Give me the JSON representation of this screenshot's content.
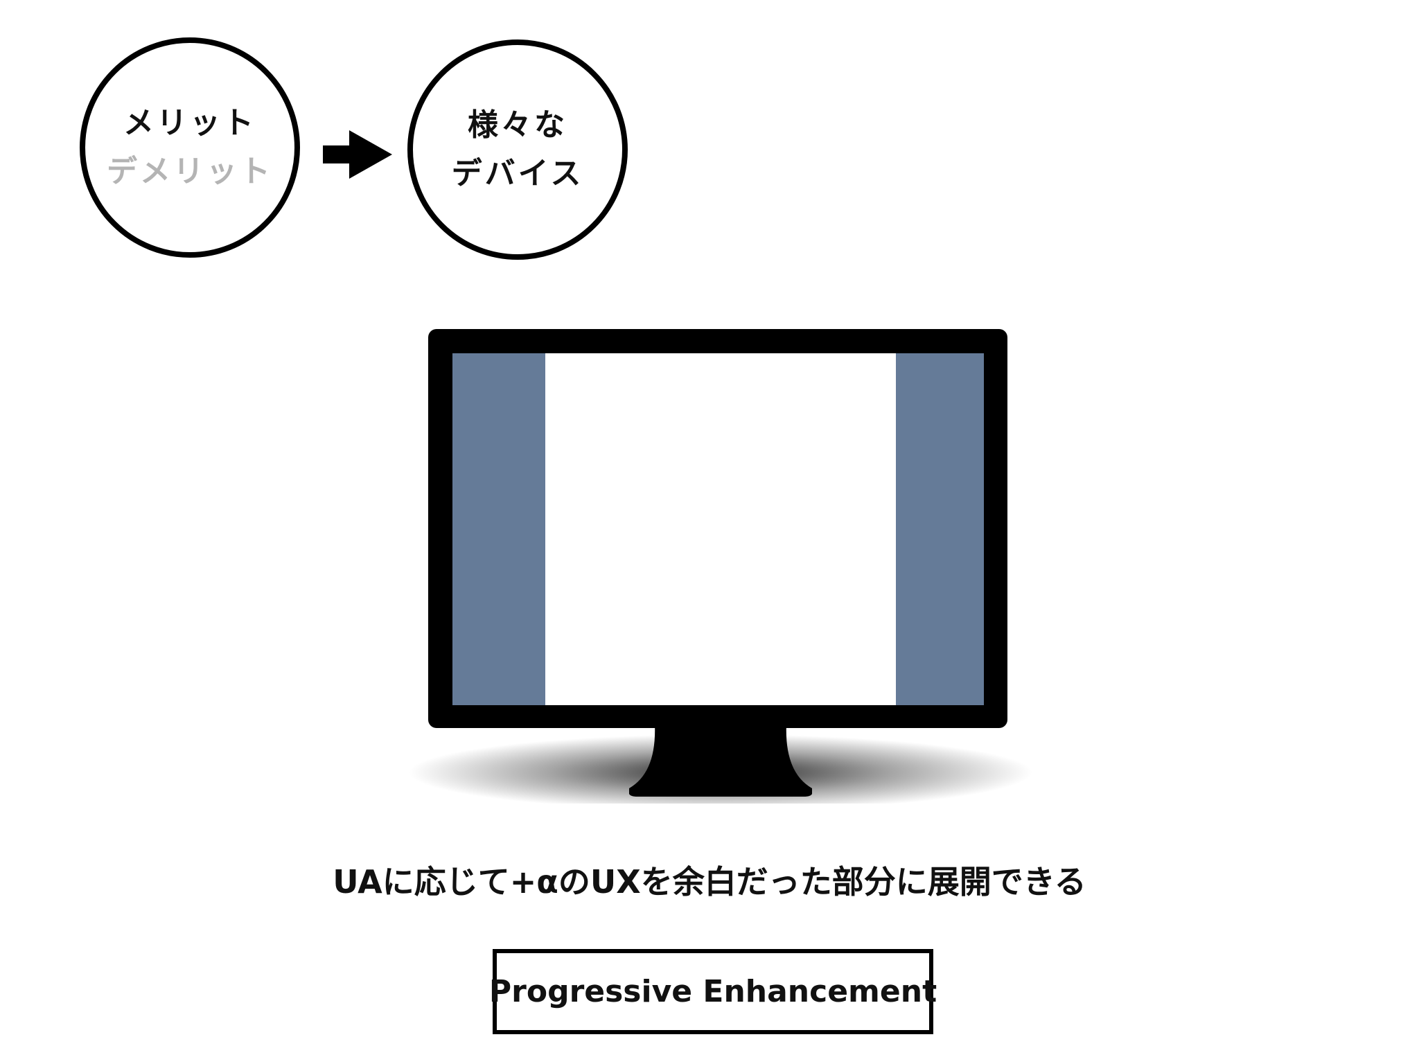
{
  "diagram": {
    "merit_circle": {
      "line1": "メリット",
      "line2": "デメリット"
    },
    "devices_circle": {
      "line1": "様々な",
      "line2": "デバイス"
    },
    "arrow_icon": "right-arrow-icon",
    "monitor_icon": "desktop-monitor-icon"
  },
  "caption": "UAに応じて+αのUXを余白だった部分に展開できる",
  "badge": {
    "label": "Progressive Enhancement"
  },
  "colors": {
    "border": "#000000",
    "muted_text": "#b4b4b4",
    "screen_side_panels": "#657b98",
    "screen_center": "#ffffff"
  }
}
